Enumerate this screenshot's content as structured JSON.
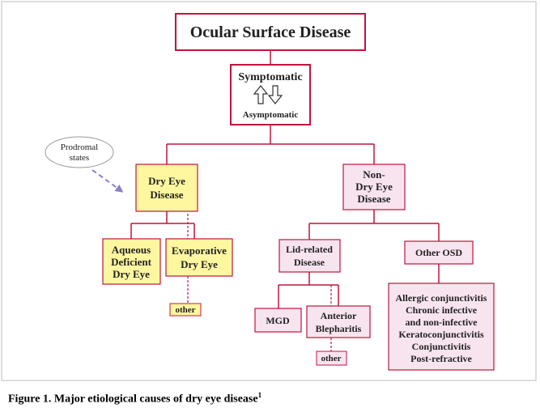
{
  "title": "Ocular Surface Disease",
  "symptomatic": "Symptomatic",
  "asymptomatic": "Asymptomatic",
  "prodromal": [
    "Prodromal",
    "states"
  ],
  "dry_eye": [
    "Dry Eye",
    "Disease"
  ],
  "non_dry_eye": [
    "Non-",
    "Dry Eye",
    "Disease"
  ],
  "aqueous": [
    "Aqueous",
    "Deficient",
    "Dry Eye"
  ],
  "evaporative": [
    "Evaporative",
    "Dry Eye"
  ],
  "other_evap": "other",
  "lid_related": [
    "Lid-related",
    "Disease"
  ],
  "other_osd": "Other OSD",
  "mgd": "MGD",
  "anterior_blepharitis": [
    "Anterior",
    "Blepharitis"
  ],
  "other_bleph": "other",
  "osd_list": [
    "Allergic conjunctivitis",
    "Chronic infective",
    "and non-infective",
    "Keratoconjunctivitis",
    "Conjunctivitis",
    "Post-refractive"
  ],
  "caption": "Figure 1. Major etiological causes of dry eye disease",
  "caption_ref": "1",
  "colors": {
    "border_red": "#c0143c",
    "yellow_fill": "#fff7a0",
    "pink_fill": "#f8e4ef",
    "line_red": "#c0143c",
    "arrow_purple": "#8a82c8",
    "frame_gray": "#bdbdbd"
  }
}
